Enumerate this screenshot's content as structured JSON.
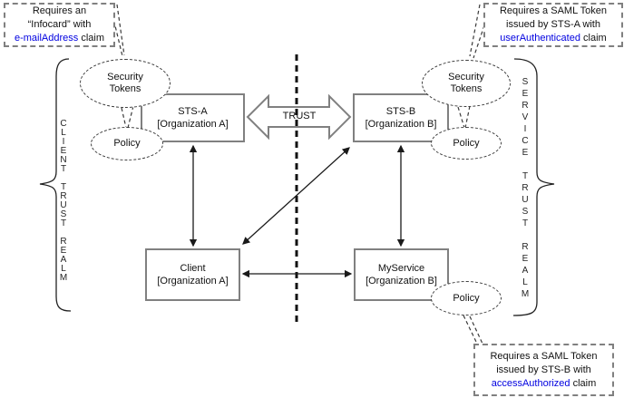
{
  "diagram": {
    "callouts": {
      "top_left": {
        "line1": "Requires an",
        "line2": "“Infocard” with",
        "claim": "e-mailAddress",
        "suffix": " claim"
      },
      "top_right": {
        "line1": "Requires a SAML Token",
        "line2": "issued by STS-A with",
        "claim": "userAuthenticated",
        "suffix": " claim"
      },
      "bottom_right": {
        "line1": "Requires a SAML Token",
        "line2": "issued by STS-B with",
        "claim": "accessAuthorized",
        "suffix": " claim"
      }
    },
    "nodes": {
      "sts_a": {
        "title": "STS-A",
        "subtitle": "[Organization A]"
      },
      "sts_b": {
        "title": "STS-B",
        "subtitle": "[Organization B]"
      },
      "client": {
        "title": "Client",
        "subtitle": "[Organization A]"
      },
      "my_service": {
        "title": "MyService",
        "subtitle": "[Organization B]"
      }
    },
    "ellipses": {
      "tokens_left": "Security Tokens",
      "tokens_right": "Security Tokens",
      "policy_left": "Policy",
      "policy_right": "Policy",
      "policy_service": "Policy"
    },
    "trust_label": "TRUST",
    "realms": {
      "left": "CLIENT TRUST REALM",
      "right": "SERVICE TRUST REALM"
    },
    "colors": {
      "claim_blue": "#0000e0",
      "border_gray": "#808080",
      "dash_dark": "#3a3a3a",
      "line_black": "#1a1a1a"
    }
  }
}
